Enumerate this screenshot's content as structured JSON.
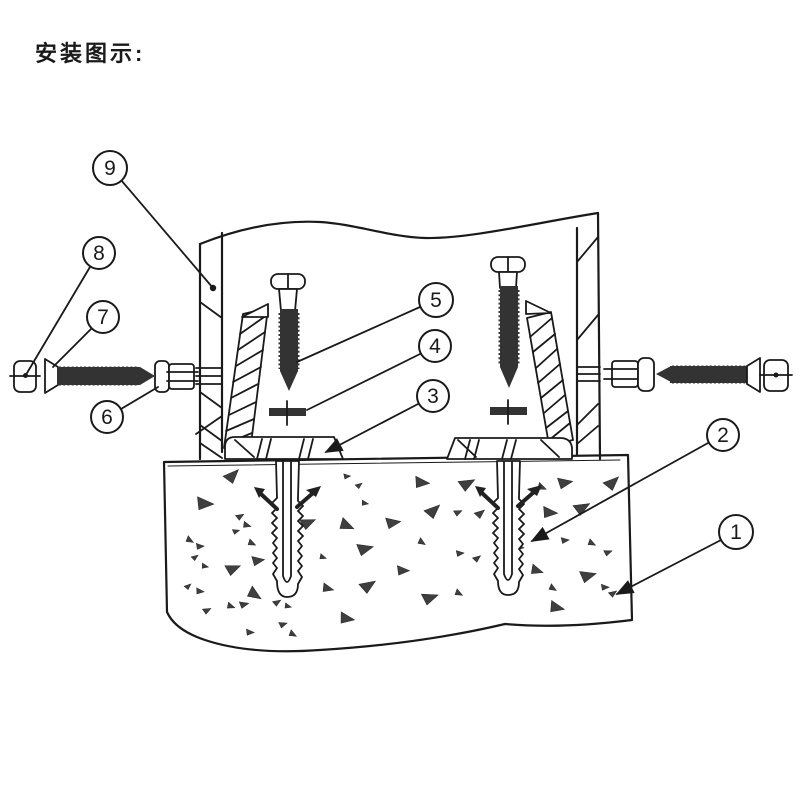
{
  "title": "安装图示:",
  "colors": {
    "line": "#1a1a1a",
    "dark_fill": "#333333",
    "background": "#ffffff"
  },
  "callouts": [
    {
      "label": "1"
    },
    {
      "label": "2"
    },
    {
      "label": "3"
    },
    {
      "label": "4"
    },
    {
      "label": "5"
    },
    {
      "label": "6"
    },
    {
      "label": "7"
    },
    {
      "label": "8"
    },
    {
      "label": "9"
    }
  ]
}
